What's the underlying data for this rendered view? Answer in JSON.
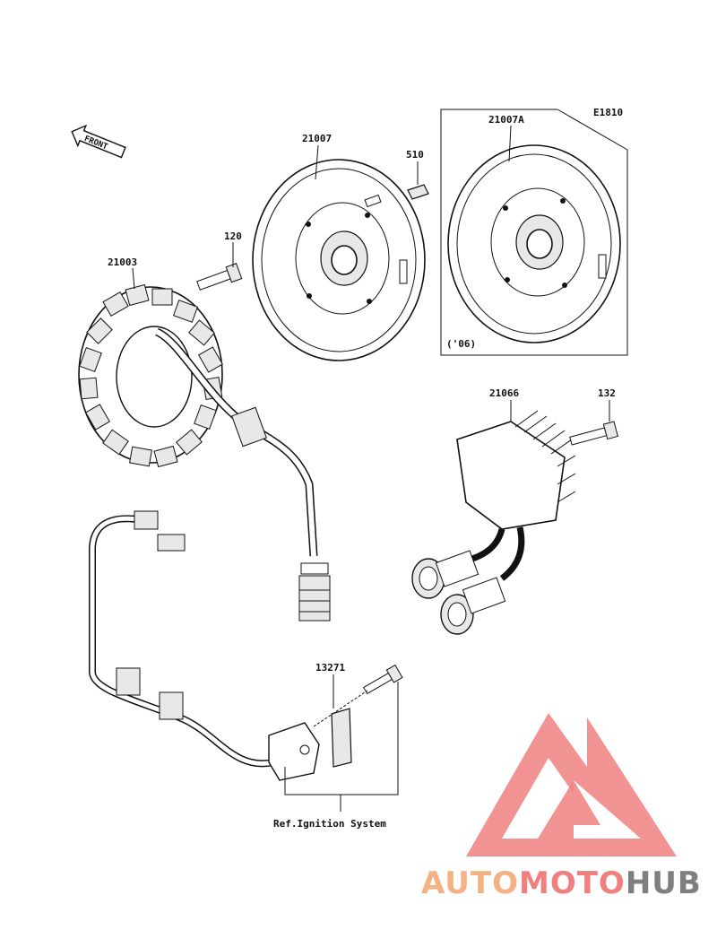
{
  "diagram_code": "E1810",
  "front_label": "FRONT",
  "parts": {
    "stator": "21003",
    "stator_bolt": "120",
    "flywheel": "21007",
    "key": "510",
    "flywheel_alt": "21007A",
    "regulator": "21066",
    "regulator_bolt": "132",
    "pickup_coil": "13271"
  },
  "year_note": "('06)",
  "ref_text": "Ref.Ignition System",
  "watermark": {
    "word_1": "AUTO",
    "word_2": "MOTO",
    "word_3": "HUB",
    "color_1": "#f4b183",
    "color_2": "#f08080",
    "color_3": "#7f7f7f",
    "triangle_color": "#f08080"
  }
}
